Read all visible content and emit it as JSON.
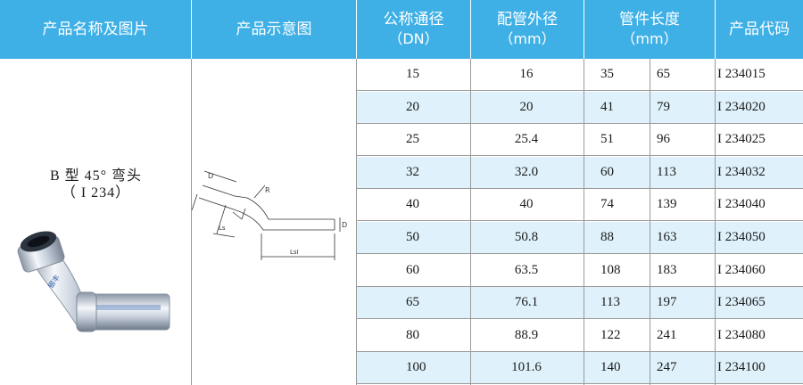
{
  "headers": {
    "name": "产品名称及图片",
    "diagram": "产品示意图",
    "dn": "公称通径",
    "dn_unit": "（DN）",
    "od": "配管外径",
    "od_unit": "（mm）",
    "len": "管件长度",
    "len_unit": "（mm）",
    "code": "产品代码"
  },
  "product": {
    "name": "B 型 45°  弯头",
    "model": "（ I  234）",
    "stamp": "银丰"
  },
  "diagram_labels": {
    "d_left": "D",
    "r": "R",
    "l_short": "Ls",
    "l_long": "LsI",
    "d_right": "D"
  },
  "rows": [
    {
      "dn": "15",
      "od": "16",
      "l1": "35",
      "l2": "65",
      "code": "I  234015"
    },
    {
      "dn": "20",
      "od": "20",
      "l1": "41",
      "l2": "79",
      "code": "I  234020"
    },
    {
      "dn": "25",
      "od": "25.4",
      "l1": "51",
      "l2": "96",
      "code": "I  234025"
    },
    {
      "dn": "32",
      "od": "32.0",
      "l1": "60",
      "l2": "113",
      "code": "I  234032"
    },
    {
      "dn": "40",
      "od": "40",
      "l1": "74",
      "l2": "139",
      "code": "I  234040"
    },
    {
      "dn": "50",
      "od": "50.8",
      "l1": "88",
      "l2": "163",
      "code": "I  234050"
    },
    {
      "dn": "60",
      "od": "63.5",
      "l1": "108",
      "l2": "183",
      "code": "I  234060"
    },
    {
      "dn": "65",
      "od": "76.1",
      "l1": "113",
      "l2": "197",
      "code": "I  234065"
    },
    {
      "dn": "80",
      "od": "88.9",
      "l1": "122",
      "l2": "241",
      "code": "I  234080"
    },
    {
      "dn": "100",
      "od": "101.6",
      "l1": "140",
      "l2": "247",
      "code": "I  234100"
    }
  ],
  "colors": {
    "header_bg": "#3fb0e6",
    "alt_row": "#dff2fb",
    "grid": "#9a9a9a"
  }
}
